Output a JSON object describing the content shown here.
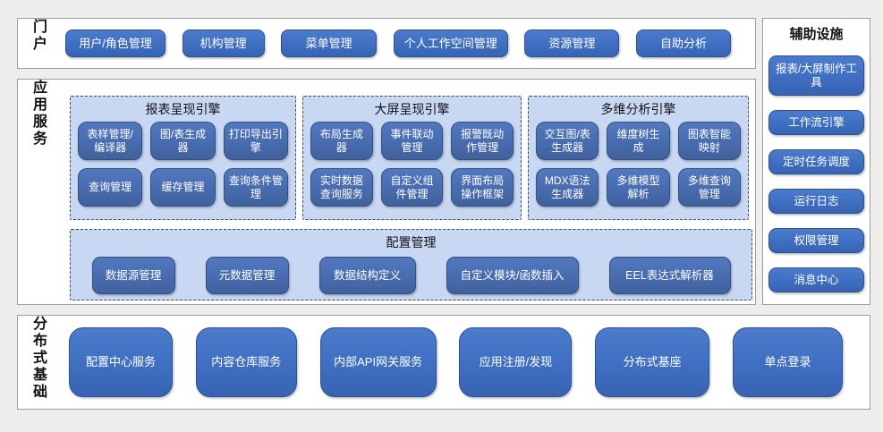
{
  "colors": {
    "page_bg": "#efeeec",
    "button_blue": "#4171c4",
    "button_blue_dark": "#41619e",
    "panel_bg": "#c8d8f3",
    "panel_dash_border": "#454c58",
    "box_border": "#9d9d9d",
    "text_on_button": "#ffffff"
  },
  "portal": {
    "label": "门户",
    "items": [
      "用户/角色管理",
      "机构管理",
      "菜单管理",
      "个人工作空间管理",
      "资源管理",
      "自助分析"
    ]
  },
  "app_services": {
    "label": "应用服务",
    "engines": [
      {
        "title": "报表呈现引擎",
        "items": [
          "表样管理/编译器",
          "图/表生成器",
          "打印导出引擎",
          "查询管理",
          "缓存管理",
          "查询条件管理"
        ]
      },
      {
        "title": "大屏呈现引擎",
        "items": [
          "布局生成器",
          "事件联动管理",
          "报警既动作管理",
          "实时数据查询服务",
          "自定义组件管理",
          "界面布局操作框架"
        ]
      },
      {
        "title": "多维分析引擎",
        "items": [
          "交互图/表生成器",
          "维度树生成",
          "图表智能映射",
          "MDX语法生成器",
          "多维模型解析",
          "多维查询管理"
        ]
      }
    ],
    "config": {
      "title": "配置管理",
      "items": [
        "数据源管理",
        "元数据管理",
        "数据结构定义",
        "自定义模块/函数插入",
        "EEL表达式解析器"
      ]
    }
  },
  "distributed": {
    "label": "分布式基础",
    "items": [
      "配置中心服务",
      "内容仓库服务",
      "内部API网关服务",
      "应用注册/发现",
      "分布式基座",
      "单点登录"
    ]
  },
  "auxiliary": {
    "title": "辅助设施",
    "items": [
      "报表/大屏制作工具",
      "工作流引擎",
      "定时任务调度",
      "运行日志",
      "权限管理",
      "消息中心"
    ]
  }
}
